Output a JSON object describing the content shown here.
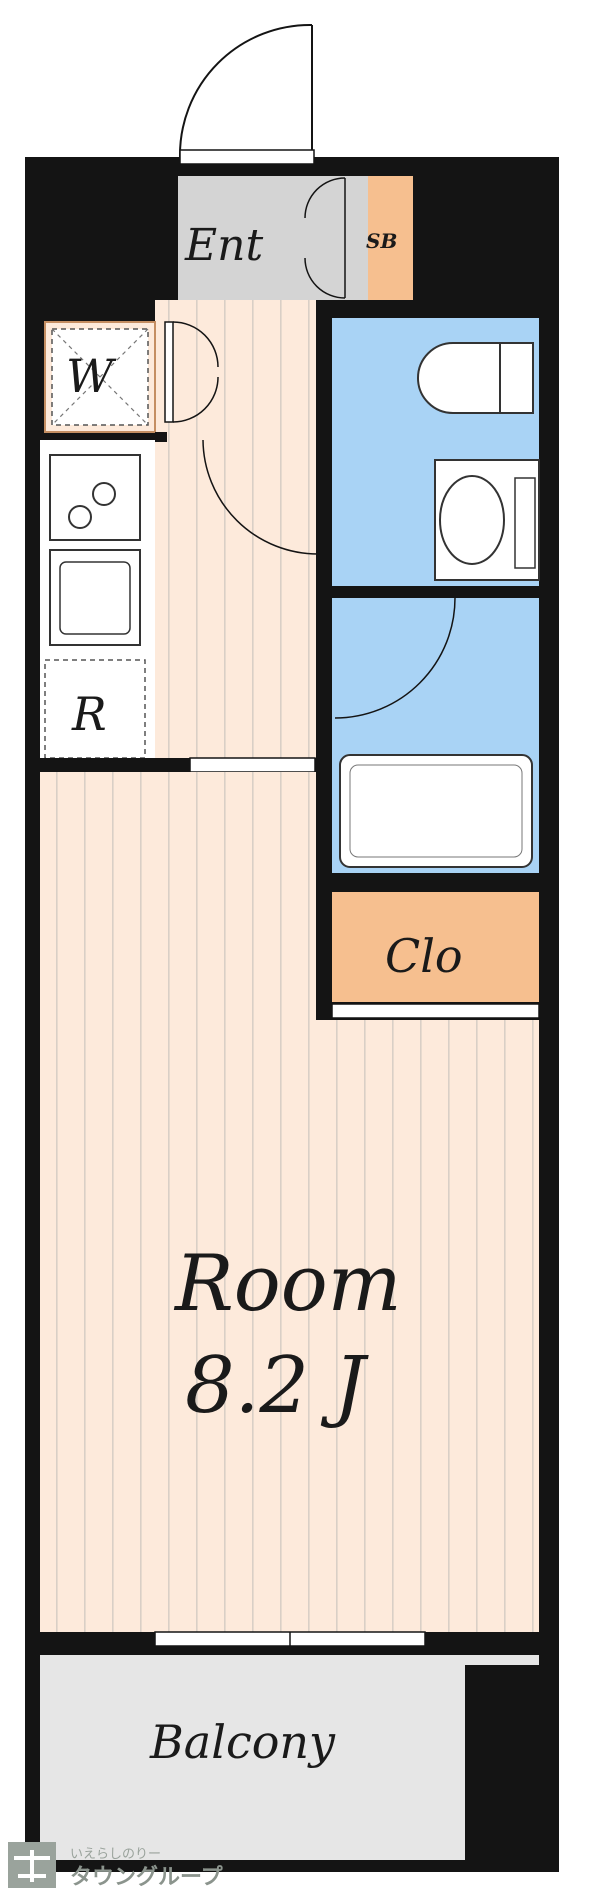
{
  "labels": {
    "entrance": "Ent",
    "shoe_box": "SB",
    "washer": "W",
    "refrigerator": "R",
    "closet": "Clo",
    "room_name": "Room",
    "room_size": "8.2 J",
    "balcony": "Balcony"
  },
  "watermark": {
    "line1": "いえらしのりー",
    "line2": "タウングループ"
  },
  "colors": {
    "wall": "#141414",
    "floor": "#fdeadb",
    "floor_stripe": "#d9cfc6",
    "bath": "#a9d3f5",
    "storage": "#f6bf8f",
    "entrance": "#d4d4d4",
    "balcony": "#e6e6e6"
  }
}
